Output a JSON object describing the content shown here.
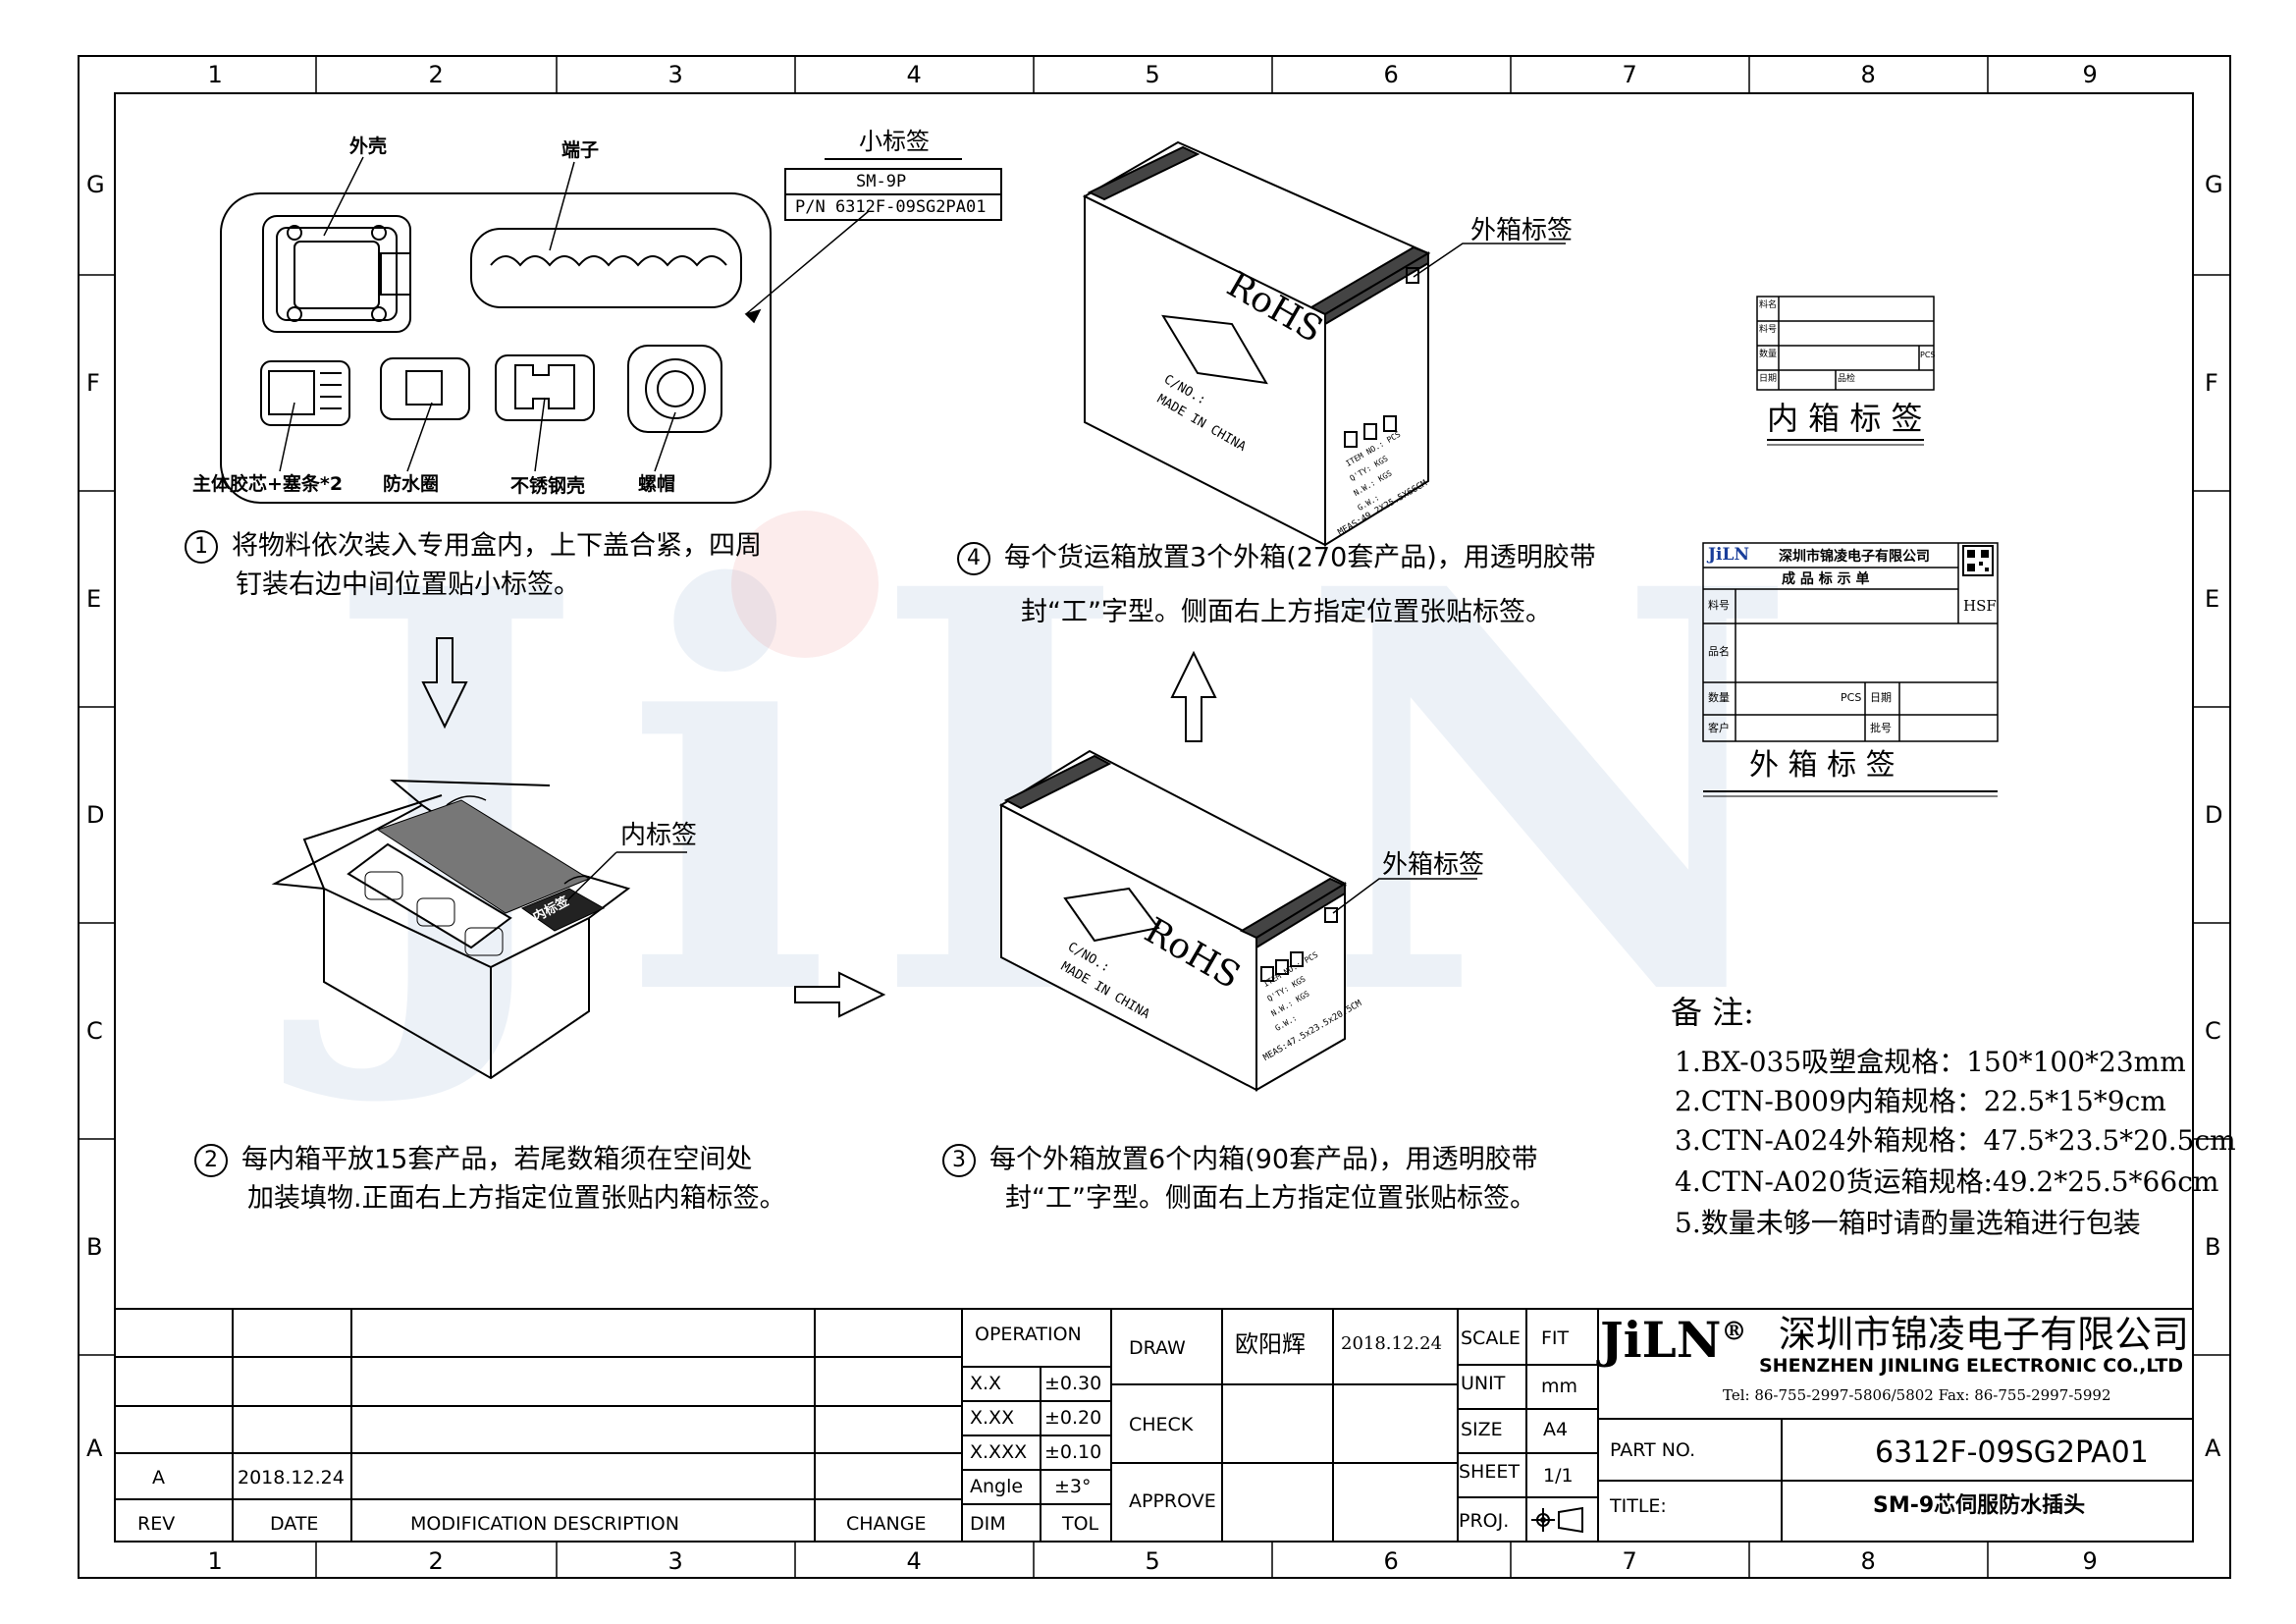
{
  "grid": {
    "cols": [
      "1",
      "2",
      "3",
      "4",
      "5",
      "6",
      "7",
      "8",
      "9"
    ],
    "rows": [
      "G",
      "F",
      "E",
      "D",
      "C",
      "B",
      "A"
    ]
  },
  "watermark": "JiLN",
  "step1": {
    "num": "1",
    "line1": "将物料依次装入专用盒内，上下盖合紧，四周",
    "line2": "钉装右边中间位置贴小标签。",
    "labels": {
      "shell": "外壳",
      "terminal": "端子",
      "small_label": "小标签",
      "core": "主体胶芯+塞条*2",
      "ring": "防水圈",
      "steel": "不锈钢壳",
      "nut": "螺帽"
    },
    "tag_line1": "SM-9P",
    "tag_line2": "P/N 6312F-09SG2PA01"
  },
  "step2": {
    "num": "2",
    "line1": "每内箱平放15套产品，若尾数箱须在空间处",
    "line2": "加装填物.正面右上方指定位置张贴内箱标签。",
    "inner_label": "内标签",
    "box_text": "内标签"
  },
  "step3": {
    "num": "3",
    "line1": "每个外箱放置6个内箱(90套产品)，用透明胶带",
    "line2": "封“工”字型。侧面右上方指定位置张贴标签。",
    "outer_label": "外箱标签",
    "rohs": "RoHS",
    "cno": "C/NO.:",
    "made": "MADE IN CHINA",
    "item": "ITEM NO.:",
    "qty": "Q'TY:",
    "nw": "N.W.:",
    "gw": "G.W.:",
    "pcs": "PCS",
    "kgs1": "KGS",
    "kgs2": "KGS",
    "meas": "MEAS:47.5x23.5x20.5CM"
  },
  "step4": {
    "num": "4",
    "line1": "每个货运箱放置3个外箱(270套产品)，用透明胶带",
    "line2": "封“工”字型。侧面右上方指定位置张贴标签。",
    "outer_label": "外箱标签",
    "rohs": "RoHS",
    "cno": "C/NO.:",
    "made": "MADE IN CHINA",
    "item": "ITEM NO.:",
    "qty": "Q'TY:",
    "nw": "N.W.:",
    "gw": "G.W.:",
    "pcs": "PCS",
    "kgs1": "KGS",
    "kgs2": "KGS",
    "meas": "MEAS:49.2X25.5X66CM"
  },
  "inner_card": {
    "caption": "内 箱 标 签",
    "r1": "料名",
    "r2": "料号",
    "r3": "数量",
    "r4": "日期",
    "pcs": "PCS",
    "chk": "品检"
  },
  "outer_card": {
    "caption": "外 箱 标 签",
    "brand": "JiLN",
    "company": "深圳市锦凌电子有限公司",
    "subtitle": "成 品 标 示 单",
    "part": "料号",
    "hsf": "HSF",
    "name": "品名",
    "qty": "数量",
    "pcs": "PCS",
    "date": "日期",
    "customer": "客户",
    "batch": "批号"
  },
  "notes": {
    "title": "备 注:",
    "items": [
      "1.BX-035吸塑盒规格：150*100*23mm",
      "2.CTN-B009内箱规格：22.5*15*9cm",
      "3.CTN-A024外箱规格：47.5*23.5*20.5cm",
      "4.CTN-A020货运箱规格:49.2*25.5*66cm",
      "5.数量未够一箱时请酌量选箱进行包装"
    ]
  },
  "title_block": {
    "rev_header": "REV",
    "date_header": "DATE",
    "mod_header": "MODIFICATION  DESCRIPTION",
    "change_header": "CHANGE",
    "rev": "A",
    "date": "2018.12.24",
    "operation": "OPERATION",
    "ops": [
      {
        "k": "X.X",
        "v": "±0.30"
      },
      {
        "k": "X.XX",
        "v": "±0.20"
      },
      {
        "k": "X.XXX",
        "v": "±0.10"
      },
      {
        "k": "Angle",
        "v": "±3°"
      }
    ],
    "dim": "DIM",
    "tol": "TOL",
    "draw": "DRAW",
    "drawer": "欧阳辉",
    "draw_date": "2018.12.24",
    "check": "CHECK",
    "approve": "APPROVE",
    "scale": "SCALE",
    "scale_v": "FIT",
    "unit": "UNIT",
    "unit_v": "mm",
    "size": "SIZE",
    "size_v": "A4",
    "sheet": "SHEET",
    "sheet_v": "1/1",
    "proj": "PROJ.",
    "brand": "JiLN",
    "reg": "®",
    "company_cn": "深圳市锦凌电子有限公司",
    "company_en": "SHENZHEN JINLING ELECTRONIC CO.,LTD",
    "contact": "Tel: 86-755-2997-5806/5802   Fax: 86-755-2997-5992",
    "part_label": "PART NO.",
    "part_no": "6312F-09SG2PA01",
    "title_label": "TITLE:",
    "title": "SM-9芯伺服防水插头"
  }
}
